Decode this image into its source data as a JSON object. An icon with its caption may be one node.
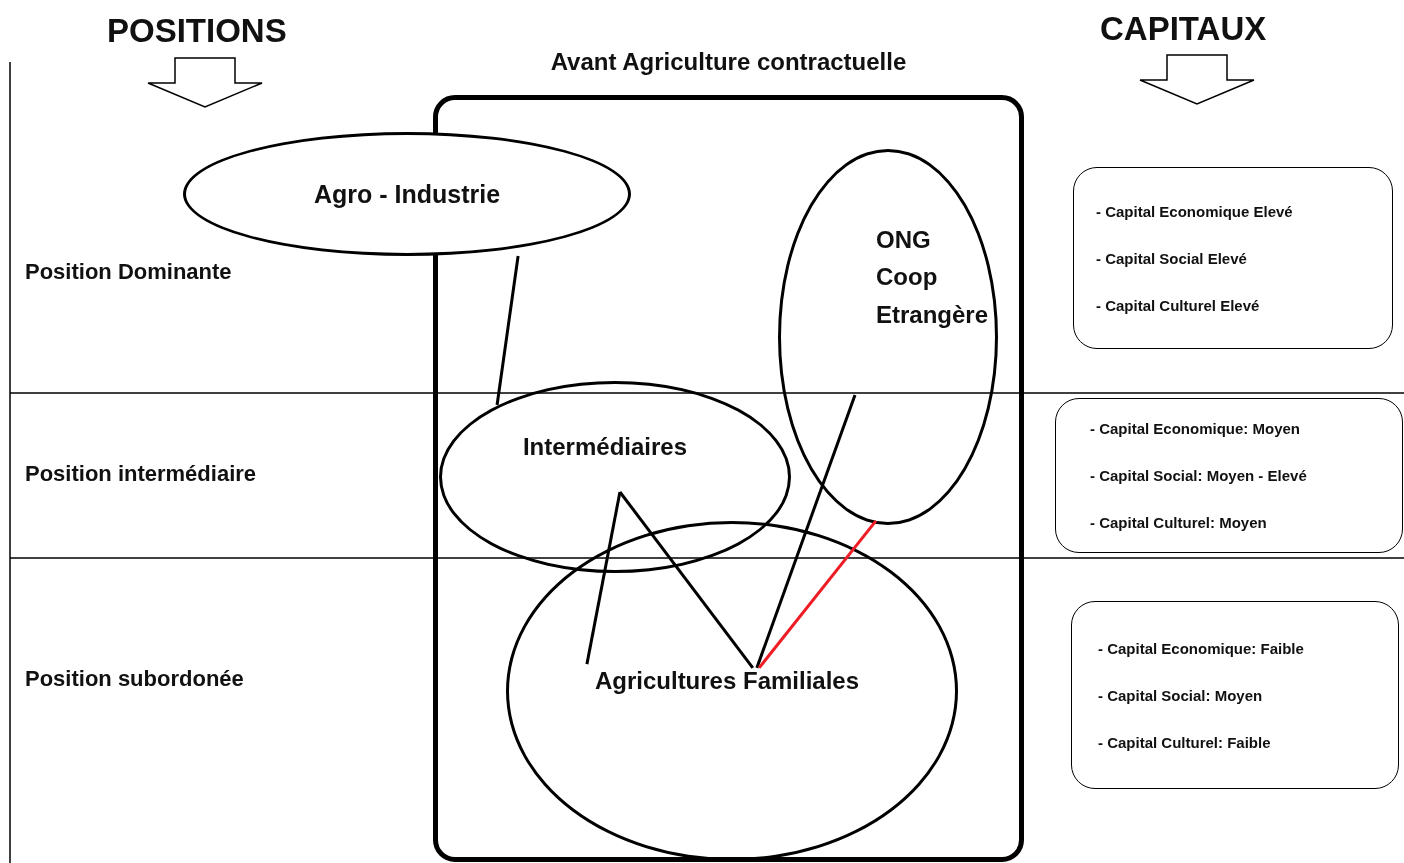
{
  "diagram": {
    "nodes": [
      {
        "text": [
          "Avant Agriculture contractuelle"
        ]
      },
      {
        "text": [
          "Agro - Industrie"
        ]
      },
      {
        "text": [
          "ONG Coop Etrangère"
        ],
        "in": 0
      },
      {
        "text": [
          "Intermédiaires"
        ],
        "in": 0
      },
      {
        "text": [
          "Agricultures Familiales"
        ],
        "in": 0
      },
      {
        "text": [
          "- Capital Economique Elevé",
          "- Capital Social Elevé",
          "- Capital Culturel Elevé"
        ]
      },
      {
        "text": [
          "- Capital Economique: Moyen",
          "- Capital Social: Moyen - Elevé",
          "- Capital Culturel: Moyen"
        ]
      },
      {
        "text": [
          "- Capital Economique: Faible",
          "- Capital Social: Moyen",
          "- Capital Culturel: Faible"
        ]
      }
    ],
    "edges": [
      {
        "from": 1,
        "to": 3,
        "arrow": "none"
      },
      {
        "from": 3,
        "to": 4,
        "arrow": "none"
      },
      {
        "from": 3,
        "to": 4,
        "arrow": "none"
      },
      {
        "from": 2,
        "to": 4,
        "arrow": "none"
      },
      {
        "from": 2,
        "to": 4,
        "arrow": "none",
        "color": "#ee1c24"
      }
    ],
    "labels": [
      "POSITIONS",
      "CAPITAUX",
      "Position Dominante",
      "Position intermédiaire",
      "Position subordonée"
    ]
  }
}
